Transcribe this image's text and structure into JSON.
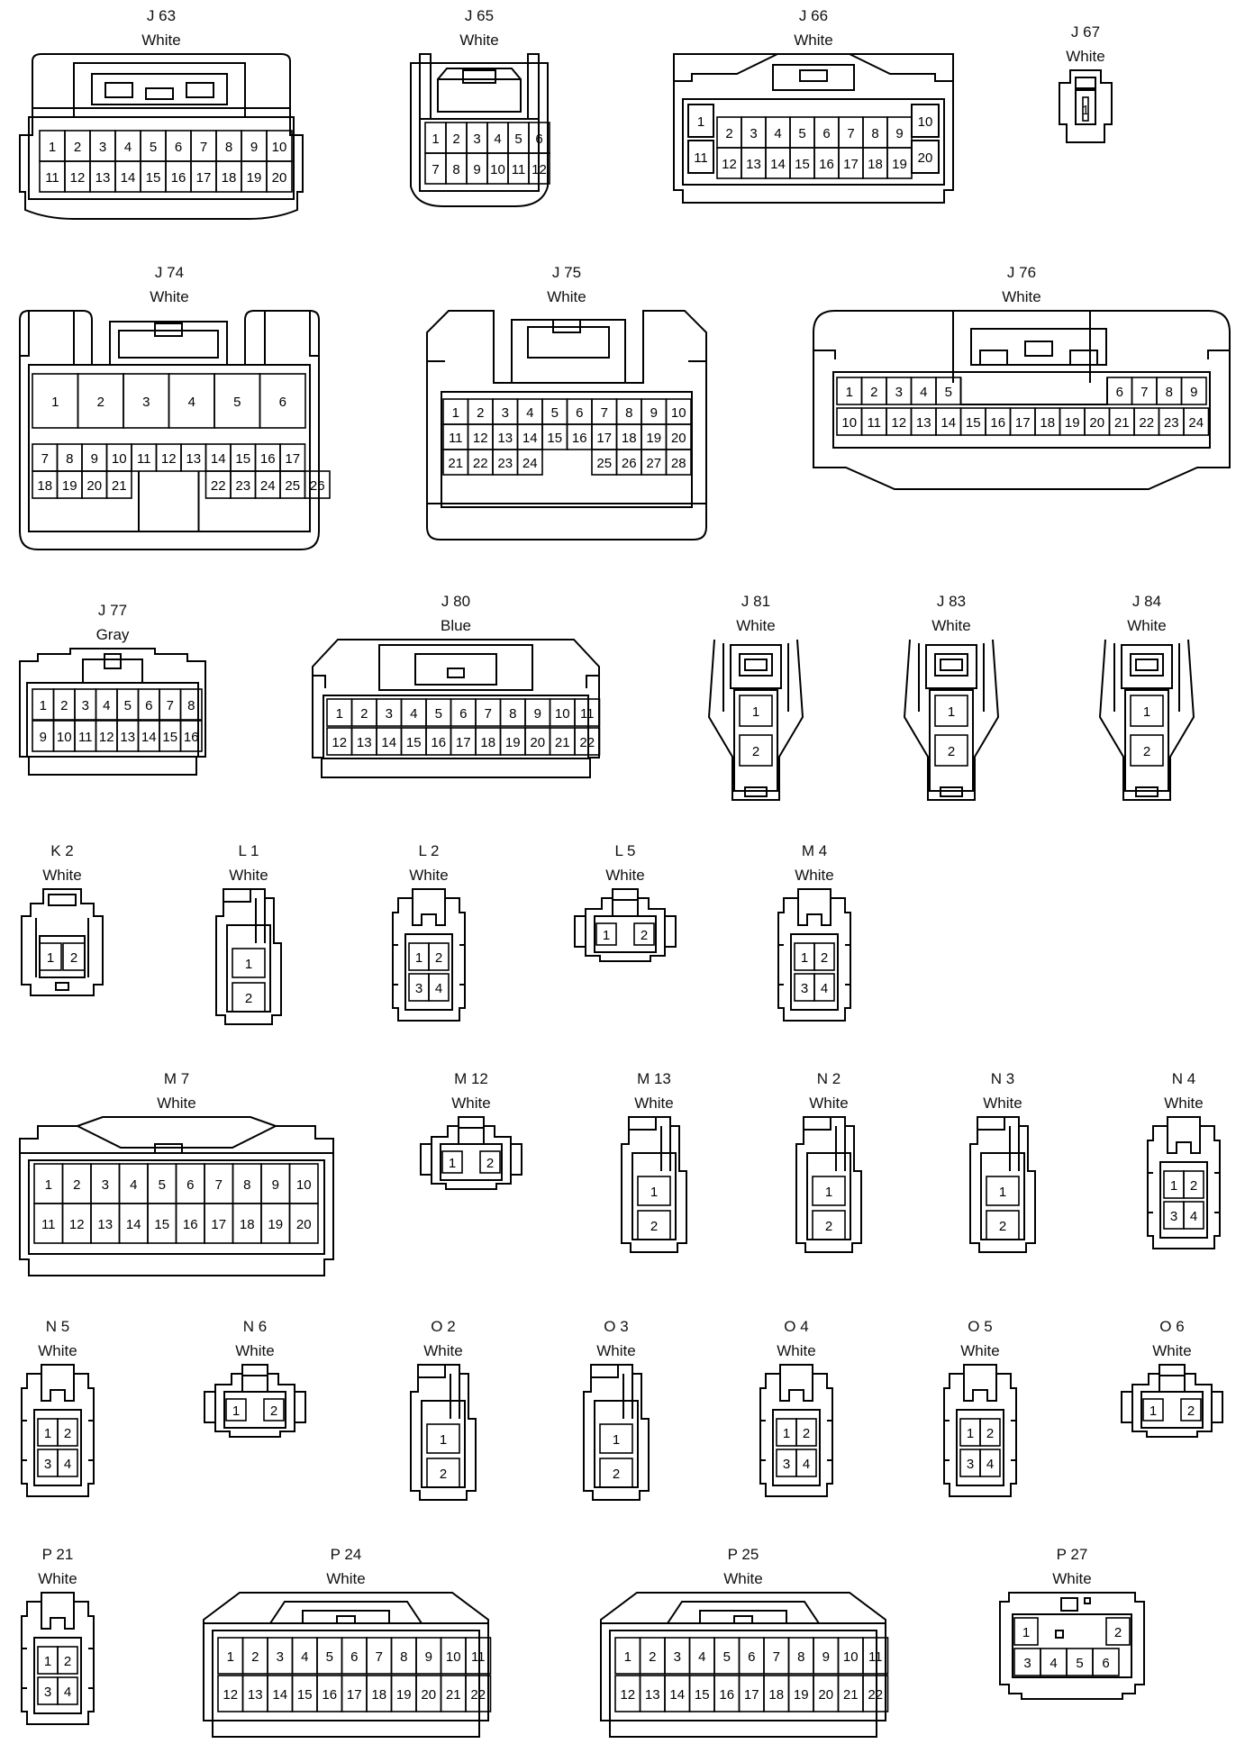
{
  "diagram": {
    "connectors": [
      {
        "id": "J 63",
        "color": "White",
        "pins": [
          "1",
          "2",
          "3",
          "4",
          "5",
          "6",
          "7",
          "8",
          "9",
          "10",
          "11",
          "12",
          "13",
          "14",
          "15",
          "16",
          "17",
          "18",
          "19",
          "20"
        ]
      },
      {
        "id": "J 65",
        "color": "White",
        "pins": [
          "1",
          "2",
          "3",
          "4",
          "5",
          "6",
          "7",
          "8",
          "9",
          "10",
          "11",
          "12"
        ]
      },
      {
        "id": "J 66",
        "color": "White",
        "pins": [
          "1",
          "2",
          "3",
          "4",
          "5",
          "6",
          "7",
          "8",
          "9",
          "10",
          "11",
          "12",
          "13",
          "14",
          "15",
          "16",
          "17",
          "18",
          "19",
          "20"
        ]
      },
      {
        "id": "J 67",
        "color": "White",
        "pins": [
          "1"
        ]
      },
      {
        "id": "J 74",
        "color": "White",
        "pins": [
          "1",
          "2",
          "3",
          "4",
          "5",
          "6",
          "7",
          "8",
          "9",
          "10",
          "11",
          "12",
          "13",
          "14",
          "15",
          "16",
          "17",
          "18",
          "19",
          "20",
          "21",
          "22",
          "23",
          "24",
          "25",
          "26"
        ]
      },
      {
        "id": "J 75",
        "color": "White",
        "pins": [
          "1",
          "2",
          "3",
          "4",
          "5",
          "6",
          "7",
          "8",
          "9",
          "10",
          "11",
          "12",
          "13",
          "14",
          "15",
          "16",
          "17",
          "18",
          "19",
          "20",
          "21",
          "22",
          "23",
          "24",
          "25",
          "26",
          "27",
          "28"
        ]
      },
      {
        "id": "J 76",
        "color": "White",
        "pins": [
          "1",
          "2",
          "3",
          "4",
          "5",
          "6",
          "7",
          "8",
          "9",
          "10",
          "11",
          "12",
          "13",
          "14",
          "15",
          "16",
          "17",
          "18",
          "19",
          "20",
          "21",
          "22",
          "23",
          "24"
        ]
      },
      {
        "id": "J 77",
        "color": "Gray",
        "pins": [
          "1",
          "2",
          "3",
          "4",
          "5",
          "6",
          "7",
          "8",
          "9",
          "10",
          "11",
          "12",
          "13",
          "14",
          "15",
          "16"
        ]
      },
      {
        "id": "J 80",
        "color": "Blue",
        "pins": [
          "1",
          "2",
          "3",
          "4",
          "5",
          "6",
          "7",
          "8",
          "9",
          "10",
          "11",
          "12",
          "13",
          "14",
          "15",
          "16",
          "17",
          "18",
          "19",
          "20",
          "21",
          "22"
        ]
      },
      {
        "id": "J 81",
        "color": "White",
        "pins": [
          "1",
          "2"
        ]
      },
      {
        "id": "J 83",
        "color": "White",
        "pins": [
          "1",
          "2"
        ]
      },
      {
        "id": "J 84",
        "color": "White",
        "pins": [
          "1",
          "2"
        ]
      },
      {
        "id": "K 2",
        "color": "White",
        "pins": [
          "1",
          "2"
        ]
      },
      {
        "id": "L 1",
        "color": "White",
        "pins": [
          "1",
          "2"
        ]
      },
      {
        "id": "L 2",
        "color": "White",
        "pins": [
          "1",
          "2",
          "3",
          "4"
        ]
      },
      {
        "id": "L 5",
        "color": "White",
        "pins": [
          "1",
          "2"
        ]
      },
      {
        "id": "M 4",
        "color": "White",
        "pins": [
          "1",
          "2",
          "3",
          "4"
        ]
      },
      {
        "id": "M 7",
        "color": "White",
        "pins": [
          "1",
          "2",
          "3",
          "4",
          "5",
          "6",
          "7",
          "8",
          "9",
          "10",
          "11",
          "12",
          "13",
          "14",
          "15",
          "16",
          "17",
          "18",
          "19",
          "20"
        ]
      },
      {
        "id": "M 12",
        "color": "White",
        "pins": [
          "1",
          "2"
        ]
      },
      {
        "id": "M 13",
        "color": "White",
        "pins": [
          "1",
          "2"
        ]
      },
      {
        "id": "N 2",
        "color": "White",
        "pins": [
          "1",
          "2"
        ]
      },
      {
        "id": "N 3",
        "color": "White",
        "pins": [
          "1",
          "2"
        ]
      },
      {
        "id": "N 4",
        "color": "White",
        "pins": [
          "1",
          "2",
          "3",
          "4"
        ]
      },
      {
        "id": "N 5",
        "color": "White",
        "pins": [
          "1",
          "2",
          "3",
          "4"
        ]
      },
      {
        "id": "N 6",
        "color": "White",
        "pins": [
          "1",
          "2"
        ]
      },
      {
        "id": "O 2",
        "color": "White",
        "pins": [
          "1",
          "2"
        ]
      },
      {
        "id": "O 3",
        "color": "White",
        "pins": [
          "1",
          "2"
        ]
      },
      {
        "id": "O 4",
        "color": "White",
        "pins": [
          "1",
          "2",
          "3",
          "4"
        ]
      },
      {
        "id": "O 5",
        "color": "White",
        "pins": [
          "1",
          "2",
          "3",
          "4"
        ]
      },
      {
        "id": "O 6",
        "color": "White",
        "pins": [
          "1",
          "2"
        ]
      },
      {
        "id": "P 21",
        "color": "White",
        "pins": [
          "1",
          "2",
          "3",
          "4"
        ]
      },
      {
        "id": "P 24",
        "color": "White",
        "pins": [
          "1",
          "2",
          "3",
          "4",
          "5",
          "6",
          "7",
          "8",
          "9",
          "10",
          "11",
          "12",
          "13",
          "14",
          "15",
          "16",
          "17",
          "18",
          "19",
          "20",
          "21",
          "22"
        ]
      },
      {
        "id": "P 25",
        "color": "White",
        "pins": [
          "1",
          "2",
          "3",
          "4",
          "5",
          "6",
          "7",
          "8",
          "9",
          "10",
          "11",
          "12",
          "13",
          "14",
          "15",
          "16",
          "17",
          "18",
          "19",
          "20",
          "21",
          "22"
        ]
      },
      {
        "id": "P 27",
        "color": "White",
        "pins": [
          "1",
          "2",
          "3",
          "4",
          "5",
          "6"
        ]
      }
    ]
  }
}
